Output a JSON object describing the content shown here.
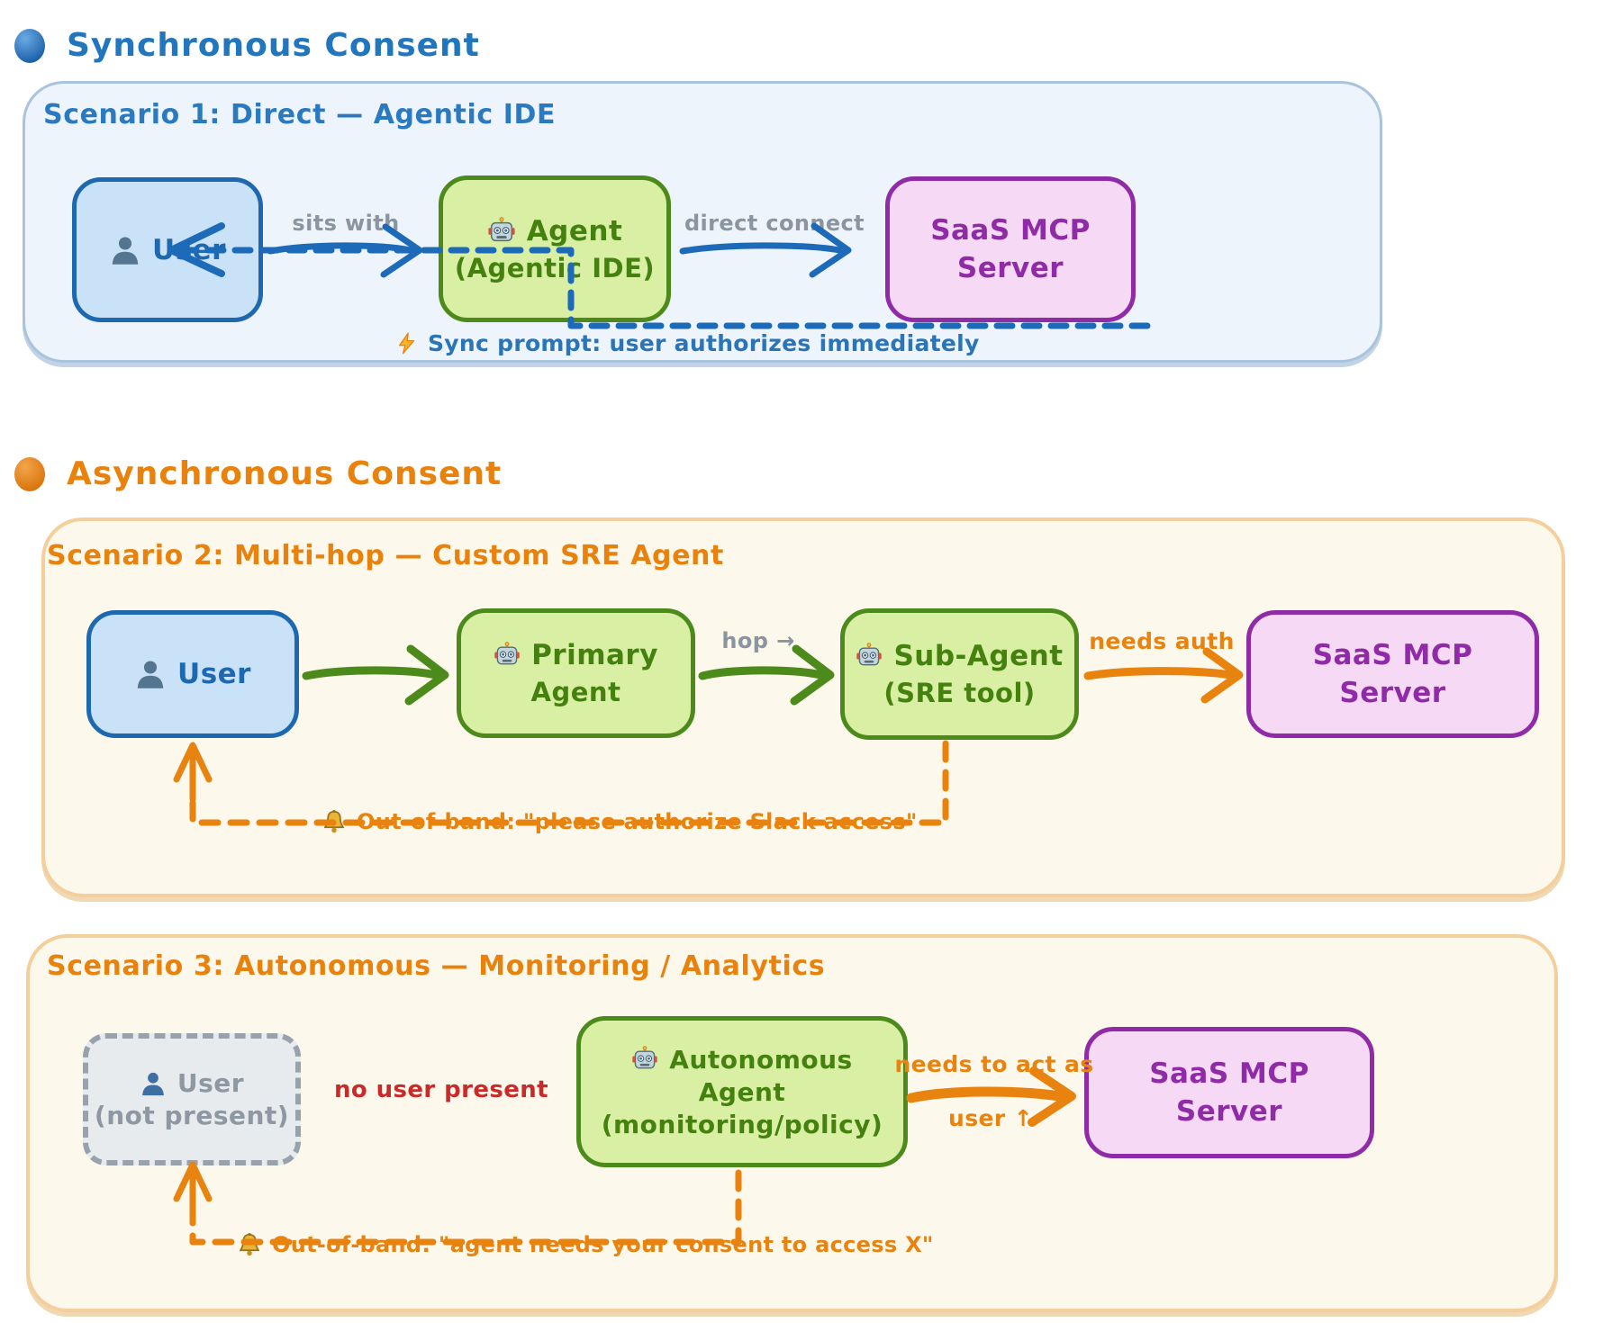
{
  "colors": {
    "blue": "#2176bd",
    "blue_dark": "#1d68ae",
    "green": "#4c8a1b",
    "purple": "#8f2ba6",
    "orange": "#e8830f",
    "red": "#c92a2a",
    "gray": "#8b95a0",
    "user_fill": "#c9e2f7",
    "agent_fill": "#d9efa4",
    "server_fill": "#f6d9f4",
    "panel_blue_fill": "#edf4fb",
    "panel_cream_fill": "#fdf8ec"
  },
  "sync": {
    "label": "Synchronous Consent"
  },
  "async": {
    "label": "Asynchronous Consent"
  },
  "s1": {
    "title": "Scenario 1: Direct — Agentic IDE",
    "user_label": "User",
    "agent_line1": "Agent",
    "agent_line2": "(Agentic IDE)",
    "server_line1": "SaaS MCP",
    "server_line2": "Server",
    "arrow_user_agent": "sits with",
    "arrow_agent_server": "direct connect",
    "note": "Sync prompt: user authorizes immediately"
  },
  "s2": {
    "title": "Scenario 2: Multi-hop — Custom SRE Agent",
    "user_label": "User",
    "primary_line1": "Primary",
    "primary_line2": "Agent",
    "sub_line1": "Sub-Agent",
    "sub_line2": "(SRE tool)",
    "server_line1": "SaaS MCP",
    "server_line2": "Server",
    "arrow_hop": "hop →",
    "arrow_auth": "needs auth",
    "note": "Out-of-band: \"please authorize Slack access\""
  },
  "s3": {
    "title": "Scenario 3: Autonomous — Monitoring / Analytics",
    "user_line1": "User",
    "user_line2": "(not present)",
    "agent_line1": "Autonomous",
    "agent_line2": "Agent",
    "agent_line3": "(monitoring/policy)",
    "server_line1": "SaaS MCP",
    "server_line2": "Server",
    "no_user": "no user present",
    "act_as_line1": "needs to act as",
    "act_as_line2": "user ↑",
    "note": "Out-of-band: \"agent needs your consent to access X\""
  }
}
